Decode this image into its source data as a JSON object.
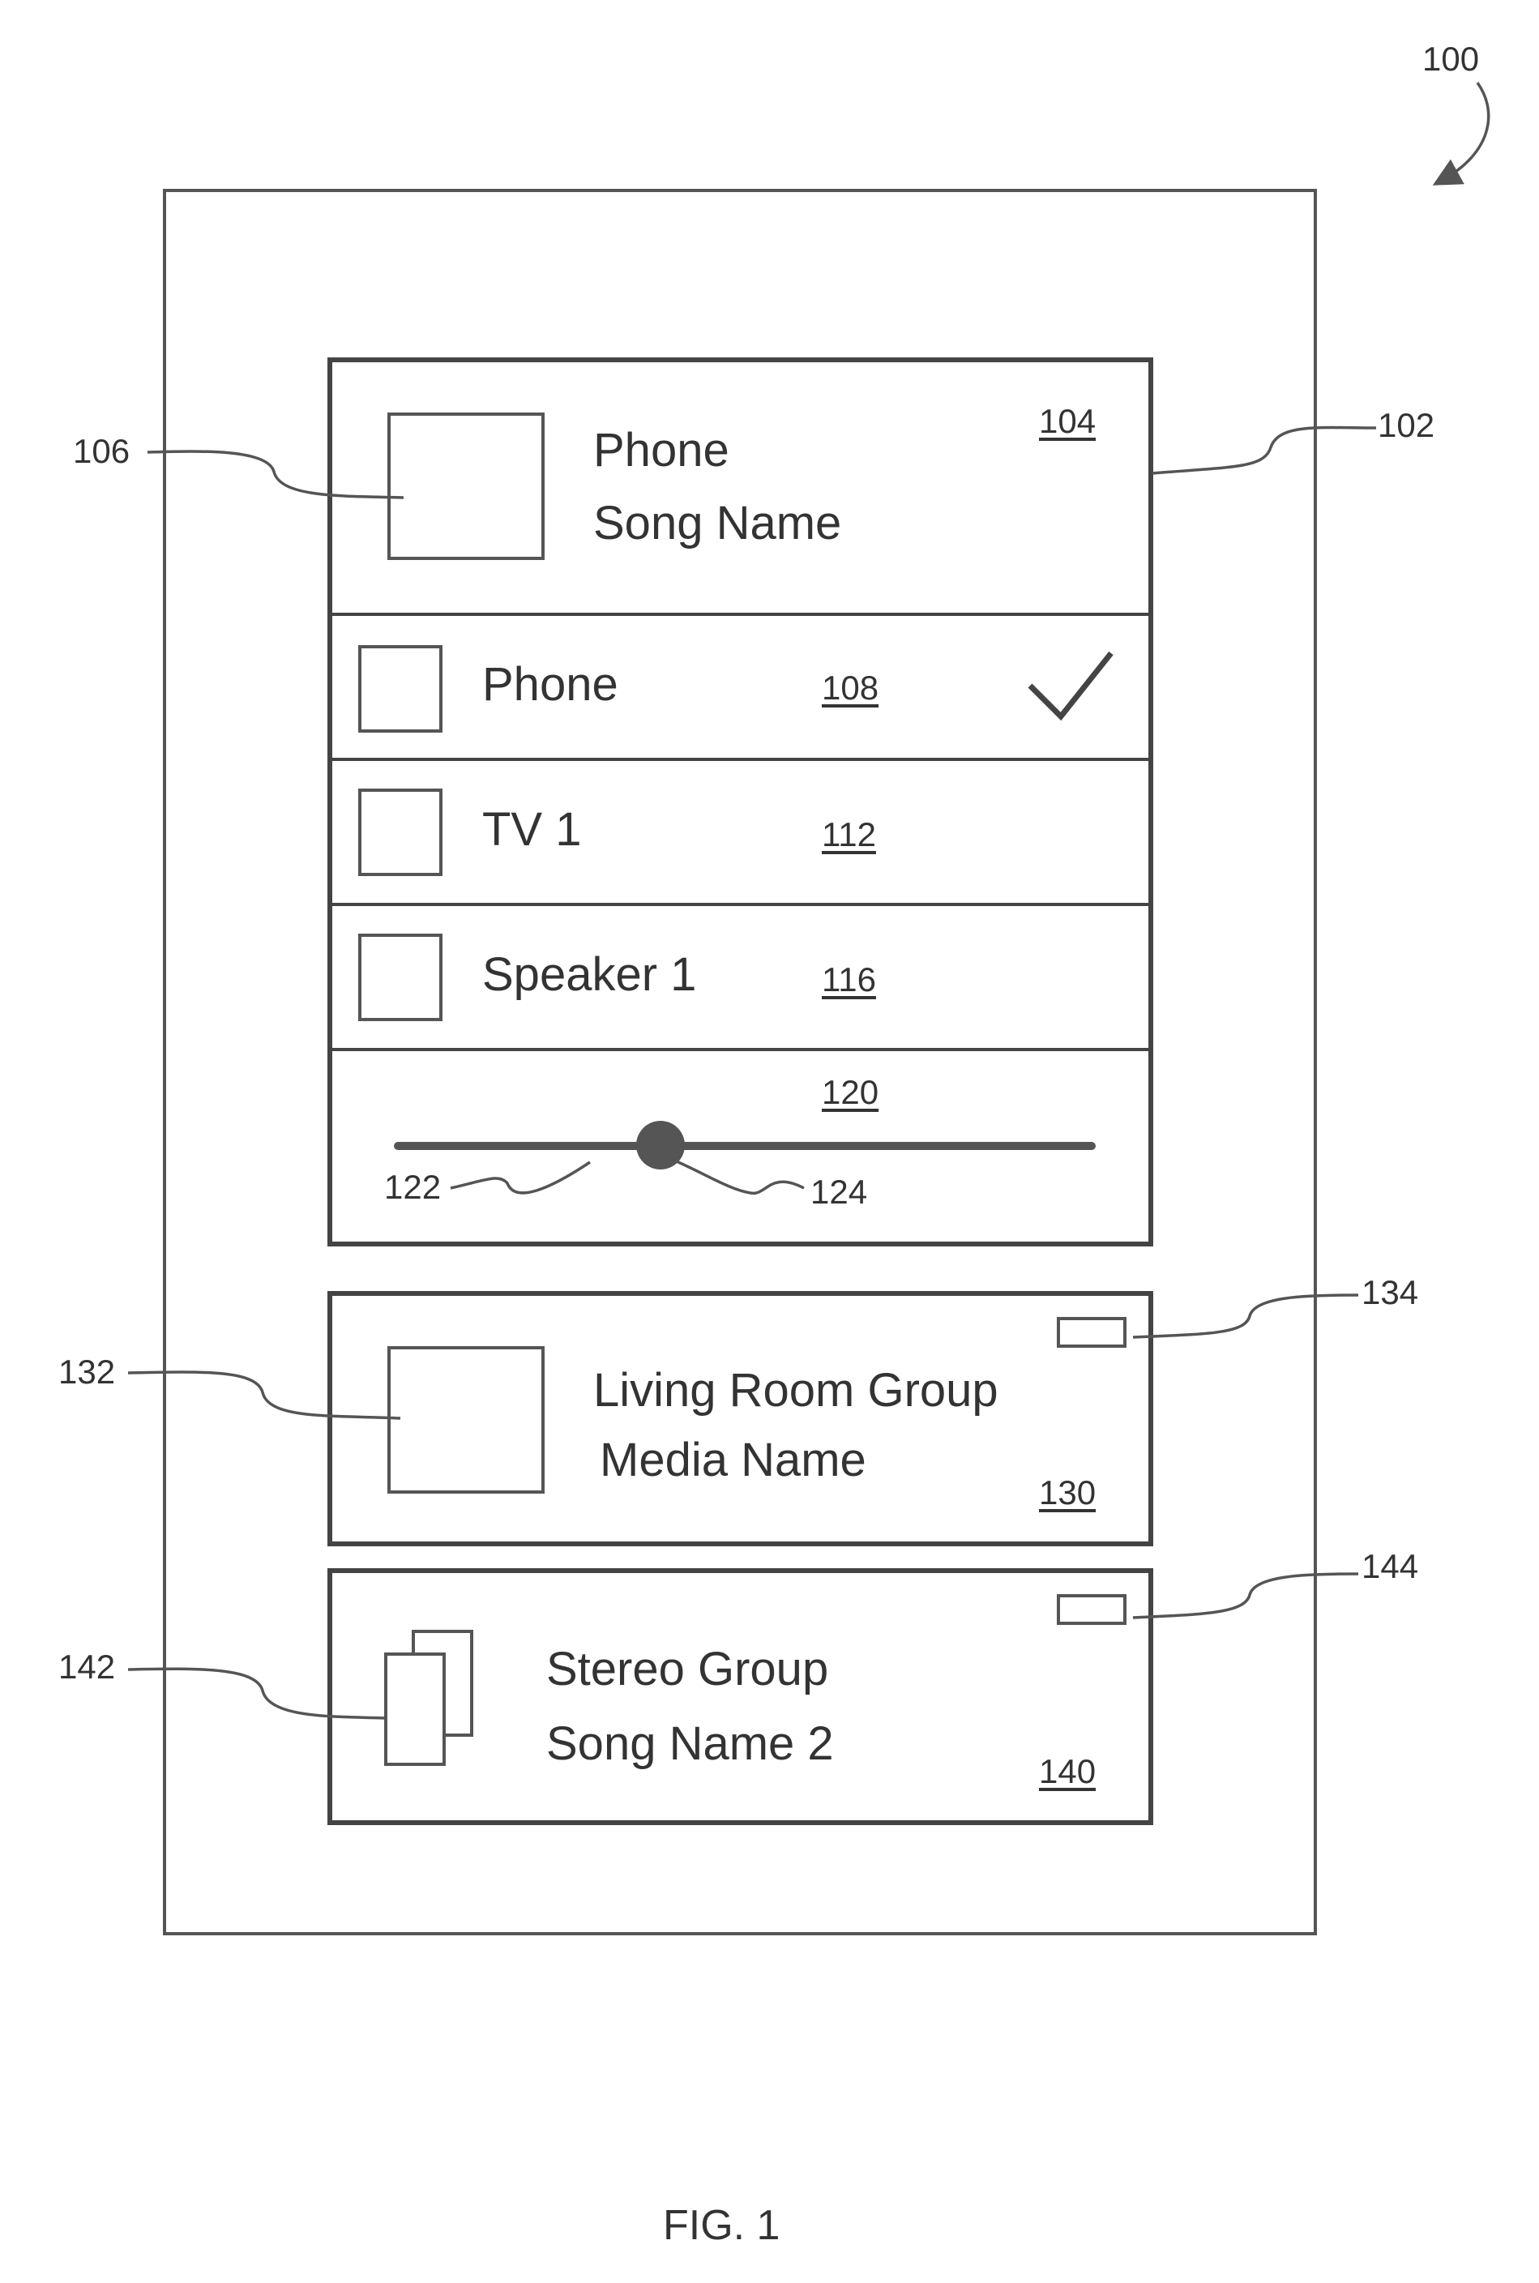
{
  "figure_label": "FIG. 1",
  "device_ref": "100",
  "panel_ref": "102",
  "now_playing": {
    "ref": "104",
    "art_ref": "106",
    "line1": "Phone",
    "line2": "Song Name"
  },
  "devices": [
    {
      "label": "Phone",
      "ref": "108",
      "selected": true
    },
    {
      "label": "TV 1",
      "ref": "112",
      "selected": false
    },
    {
      "label": "Speaker 1",
      "ref": "116",
      "selected": false
    }
  ],
  "volume": {
    "ref": "120",
    "track_ref": "122",
    "knob_ref": "124",
    "level": 0.38
  },
  "groups": [
    {
      "line1": "Living Room Group",
      "line2": "Media Name",
      "ref": "130",
      "art_ref": "132",
      "indicator_ref": "134"
    },
    {
      "line1": "Stereo Group",
      "line2": "Song Name 2",
      "ref": "140",
      "art_ref": "142",
      "indicator_ref": "144"
    }
  ],
  "icons": {
    "check": "checkmark-icon",
    "group_stack": "stacked-cards-icon"
  }
}
